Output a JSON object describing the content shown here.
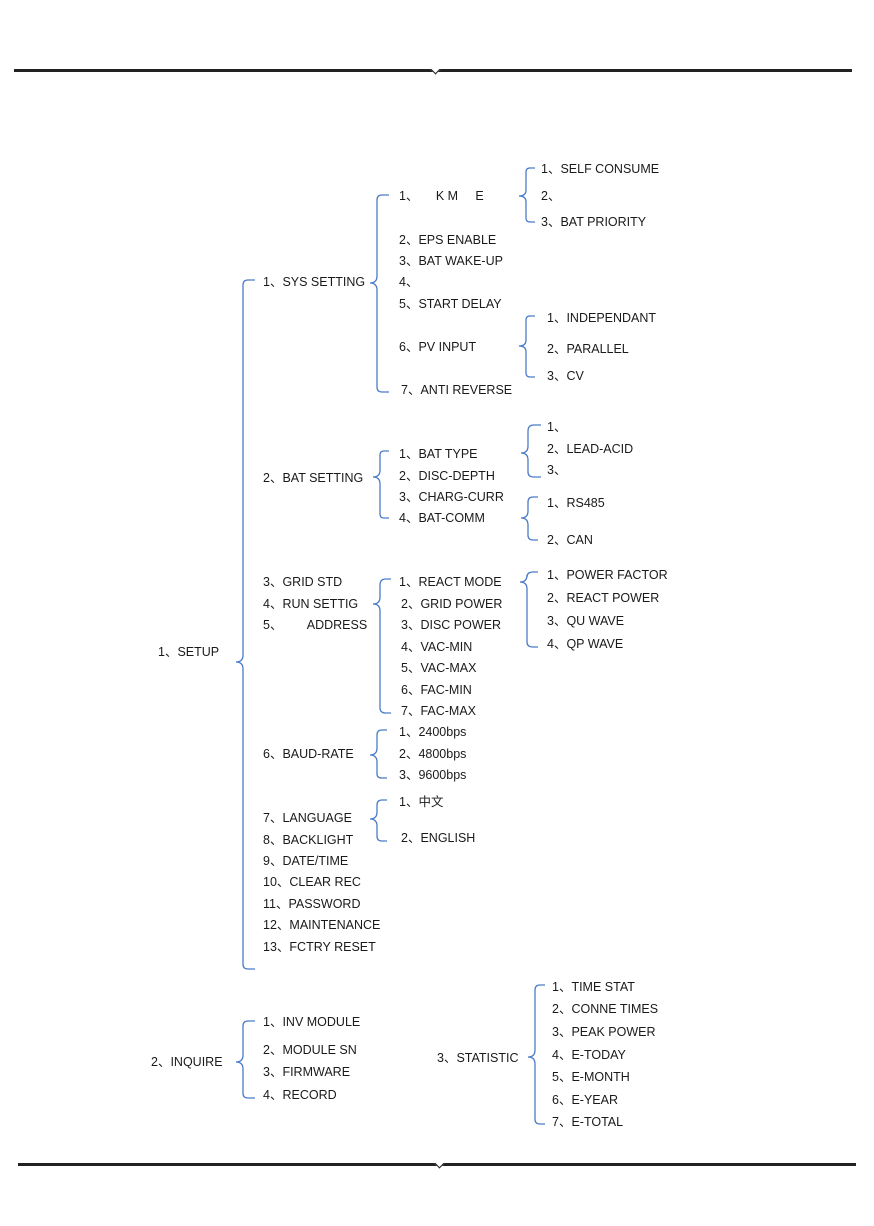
{
  "setup": {
    "label": "1、SETUP",
    "sys_setting": {
      "label": "1、SYS SETTING",
      "items": [
        "1、     K M     E",
        "2、EPS ENABLE",
        "3、BAT WAKE-UP",
        "4、",
        "5、START DELAY",
        "6、PV INPUT",
        "7、ANTI REVERSE"
      ],
      "work_mode_options": [
        "1、SELF CONSUME",
        "2、",
        "3、BAT PRIORITY"
      ],
      "pv_input_options": [
        "1、INDEPENDANT",
        "2、PARALLEL",
        "3、CV"
      ]
    },
    "bat_setting": {
      "label": "2、BAT SETTING",
      "items": [
        "1、BAT TYPE",
        "2、DISC-DEPTH",
        "3、CHARG-CURR",
        "4、BAT-COMM"
      ],
      "bat_type_options": [
        "1、",
        "2、LEAD-ACID",
        "3、"
      ],
      "bat_comm_options": [
        "1、RS485",
        "2、CAN"
      ]
    },
    "grid_std": {
      "label": "3、GRID STD"
    },
    "run_setting": {
      "label": "4、RUN SETTIG",
      "items": [
        "1、REACT MODE",
        "2、GRID POWER",
        "3、DISC POWER",
        "4、VAC-MIN",
        "5、VAC-MAX",
        "6、FAC-MIN",
        "7、FAC-MAX"
      ],
      "react_mode_options": [
        "1、POWER FACTOR",
        "2、REACT POWER",
        "3、QU WAVE",
        "4、QP WAVE"
      ]
    },
    "address": {
      "label": "5、       ADDRESS"
    },
    "baud_rate": {
      "label": "6、BAUD-RATE",
      "items": [
        "1、2400bps",
        "2、4800bps",
        "3、9600bps"
      ]
    },
    "language": {
      "label": "7、LANGUAGE",
      "items": [
        "1、中文",
        "2、ENGLISH"
      ]
    },
    "more_items": [
      "8、BACKLIGHT",
      "9、DATE/TIME",
      "10、CLEAR REC",
      "11、PASSWORD",
      "12、MAINTENANCE",
      "13、FCTRY RESET"
    ]
  },
  "inquire": {
    "label": "2、INQUIRE",
    "items": [
      "1、INV MODULE",
      "2、MODULE SN",
      "3、FIRMWARE",
      "4、RECORD"
    ]
  },
  "statistic": {
    "label": "3、STATISTIC",
    "items": [
      "1、TIME STAT",
      "2、CONNE TIMES",
      "3、PEAK POWER",
      "4、E-TODAY",
      "5、E-MONTH",
      "6、E-YEAR",
      "7、E-TOTAL"
    ]
  },
  "colors": {
    "bracket": "#4a7bc8",
    "text": "#1a1a1a",
    "rule": "#222222"
  }
}
